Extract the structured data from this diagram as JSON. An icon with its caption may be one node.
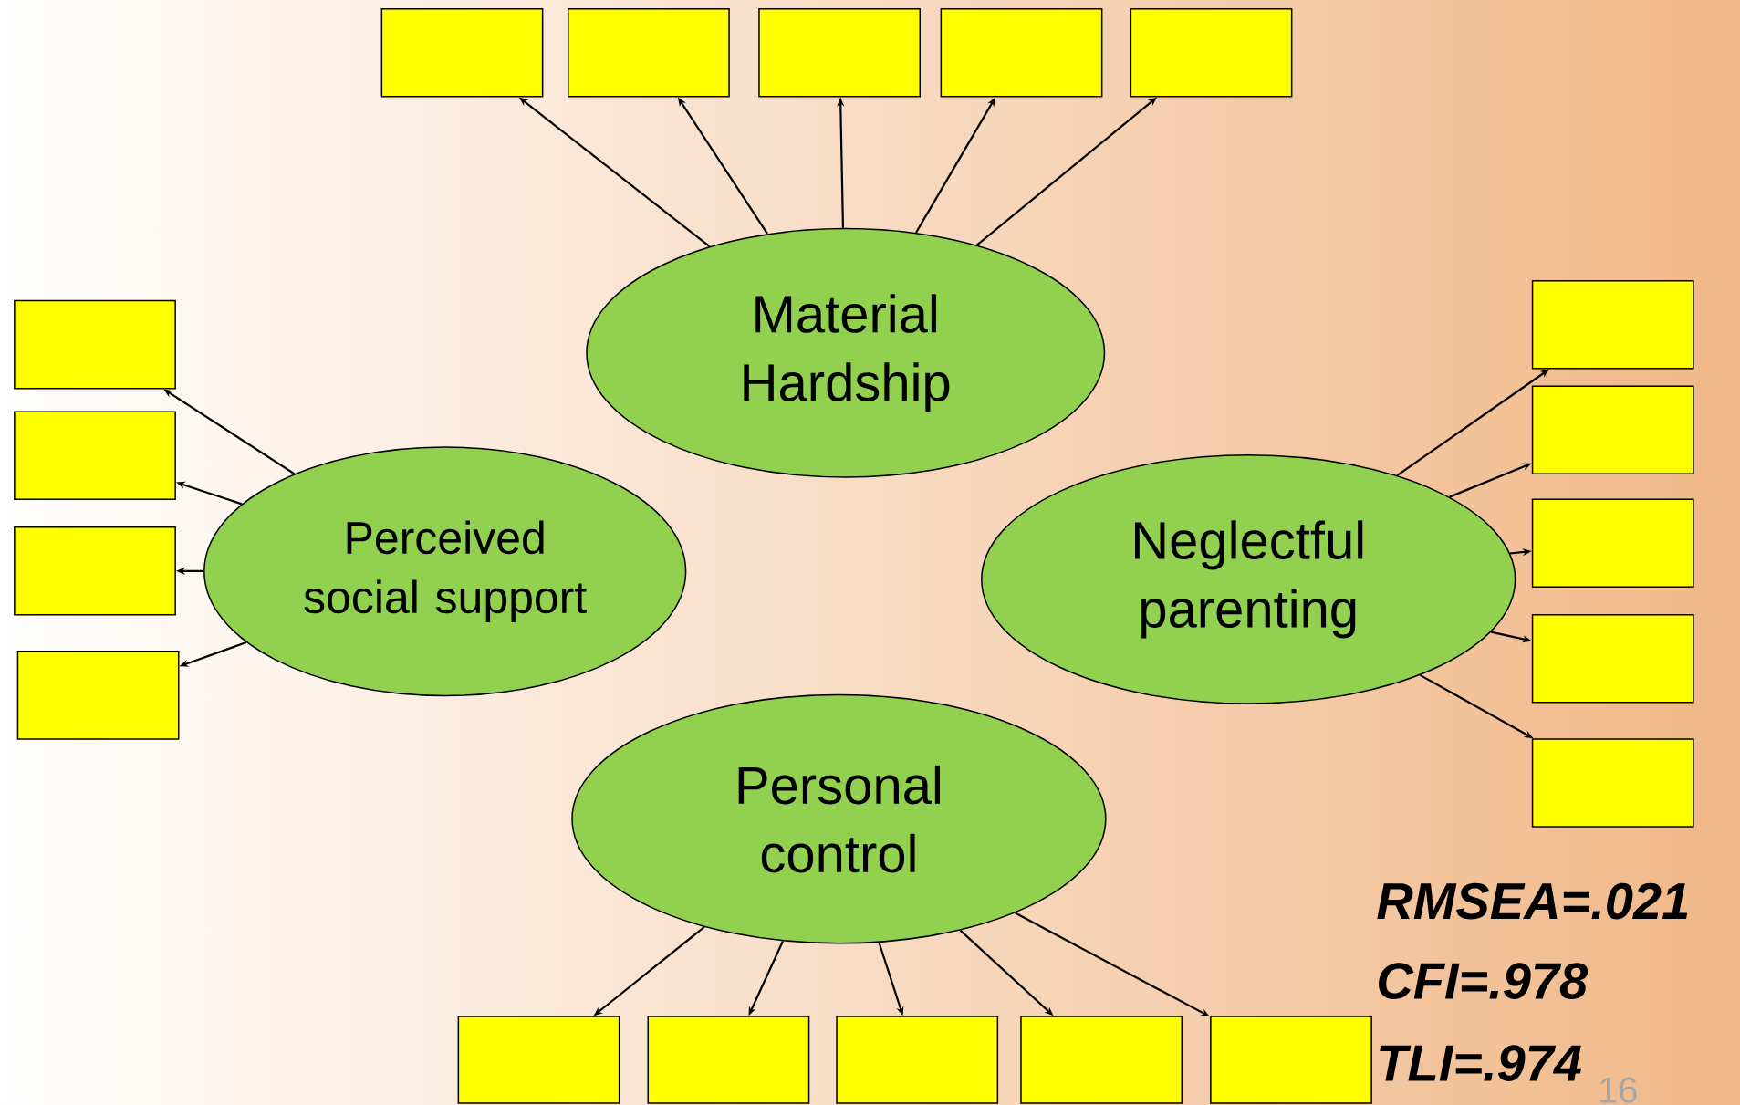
{
  "diagram": {
    "nodes": [
      {
        "text": [],
        "shape": "box"
      },
      {
        "text": [],
        "shape": "box"
      },
      {
        "text": [],
        "shape": "box"
      },
      {
        "text": [],
        "shape": "box"
      },
      {
        "text": [],
        "shape": "box"
      },
      {
        "text": [
          "Material Hardship"
        ]
      },
      {
        "text": [],
        "shape": "box"
      },
      {
        "text": [],
        "shape": "box"
      },
      {
        "text": [],
        "shape": "box"
      },
      {
        "text": [],
        "shape": "box"
      },
      {
        "text": [
          "Perceived social support"
        ]
      },
      {
        "text": [
          "Neglectful parenting"
        ]
      },
      {
        "text": [],
        "shape": "box"
      },
      {
        "text": [],
        "shape": "box"
      },
      {
        "text": [],
        "shape": "box"
      },
      {
        "text": [],
        "shape": "box"
      },
      {
        "text": [],
        "shape": "box"
      },
      {
        "text": [
          "Personal control"
        ]
      },
      {
        "text": [],
        "shape": "box"
      },
      {
        "text": [],
        "shape": "box"
      },
      {
        "text": [],
        "shape": "box"
      },
      {
        "text": [],
        "shape": "box"
      },
      {
        "text": [],
        "shape": "box"
      }
    ],
    "edges": [
      {
        "from": 5,
        "to": 0,
        "arrow": "to"
      },
      {
        "from": 5,
        "to": 1,
        "arrow": "to"
      },
      {
        "from": 5,
        "to": 2,
        "arrow": "to"
      },
      {
        "from": 5,
        "to": 3,
        "arrow": "to"
      },
      {
        "from": 5,
        "to": 4,
        "arrow": "to"
      },
      {
        "from": 10,
        "to": 6,
        "arrow": "to"
      },
      {
        "from": 10,
        "to": 7,
        "arrow": "to"
      },
      {
        "from": 10,
        "to": 8,
        "arrow": "to"
      },
      {
        "from": 10,
        "to": 9,
        "arrow": "to"
      },
      {
        "from": 11,
        "to": 12,
        "arrow": "to"
      },
      {
        "from": 11,
        "to": 13,
        "arrow": "to"
      },
      {
        "from": 11,
        "to": 14,
        "arrow": "to"
      },
      {
        "from": 11,
        "to": 15,
        "arrow": "to"
      },
      {
        "from": 11,
        "to": 16,
        "arrow": "to"
      },
      {
        "from": 17,
        "to": 18,
        "arrow": "to"
      },
      {
        "from": 17,
        "to": 19,
        "arrow": "to"
      },
      {
        "from": 17,
        "to": 20,
        "arrow": "to"
      },
      {
        "from": 17,
        "to": 21,
        "arrow": "to"
      },
      {
        "from": 17,
        "to": 22,
        "arrow": "to"
      }
    ],
    "labels": [
      "RMSEA=.021",
      "CFI=.978",
      "TLI=.974",
      "16"
    ]
  }
}
